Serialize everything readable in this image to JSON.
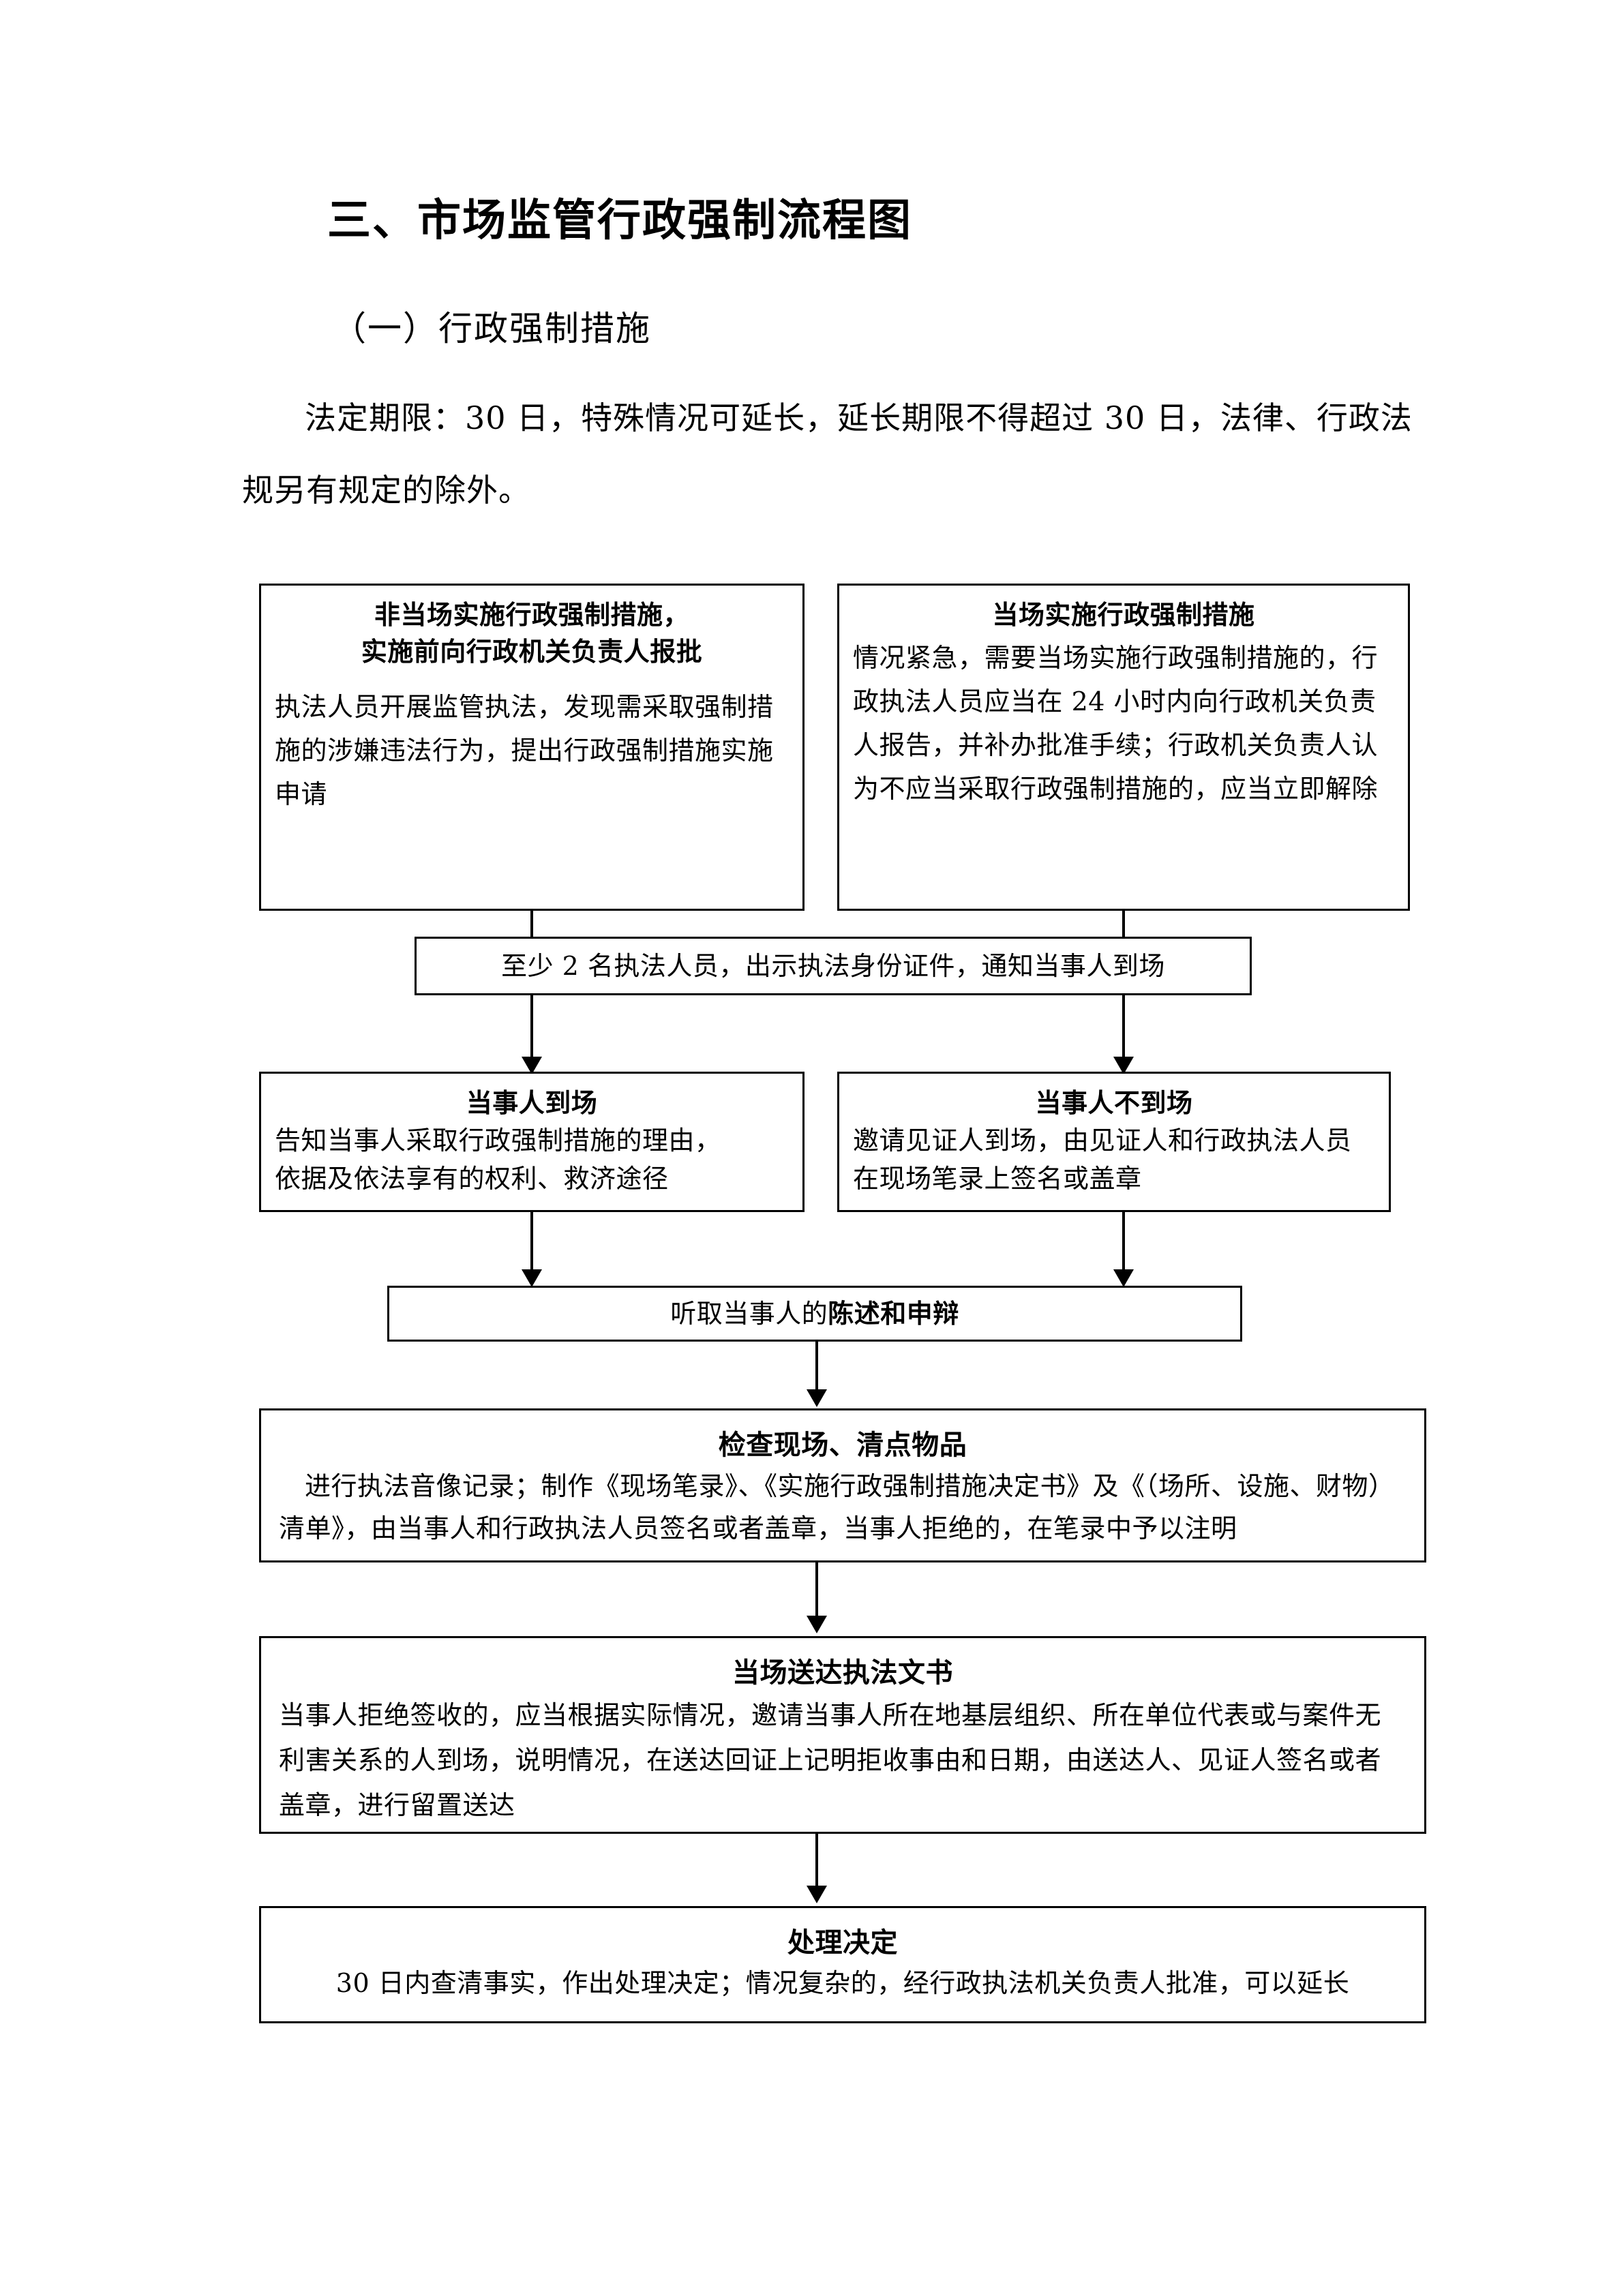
{
  "document": {
    "title": "三、市场监管行政强制流程图",
    "subtitle": "（一）行政强制措施",
    "intro_line1": "法定期限：30 日，特殊情况可延长，延长期限不得超过",
    "intro_line2": "30 日，法律、行政法规另有规定的除外。"
  },
  "flowchart": {
    "type": "flowchart",
    "nodes": [
      {
        "id": "non-onsite",
        "title_line1": "非当场实施行政强制措施，",
        "title_line2": "实施前向行政机关负责人报批",
        "body": "执法人员开展监管执法，发现需采取强制措施的涉嫌违法行为，提出行政强制措施实施申请"
      },
      {
        "id": "onsite",
        "title": "当场实施行政强制措施",
        "body": "情况紧急，需要当场实施行政强制措施的，行政执法人员应当在 24 小时内向行政机关负责人报告，并补办批准手续；行政机关负责人认为不应当采取行政强制措施的，应当立即解除"
      },
      {
        "id": "two-officers",
        "body": "至少 2 名执法人员，出示执法身份证件，通知当事人到场"
      },
      {
        "id": "party-present",
        "title": "当事人到场",
        "body_line1": "告知当事人采取行政强制措施的理由，",
        "body_line2": "依据及依法享有的权利、救济途径"
      },
      {
        "id": "party-absent",
        "title": "当事人不到场",
        "body_line1": "邀请见证人到场，由见证人和行政执法人员",
        "body_line2": "在现场笔录上签名或盖章"
      },
      {
        "id": "hear-statement",
        "body_normal": "听取当事人的",
        "body_bold": "陈述和申辩"
      },
      {
        "id": "inspect-site",
        "title": "检查现场、清点物品",
        "body": "进行执法音像记录；制作《现场笔录》、《实施行政强制措施决定书》及《（场所、设施、财物）清单》，由当事人和行政执法人员签名或者盖章，当事人拒绝的，在笔录中予以注明"
      },
      {
        "id": "serve-documents",
        "title": "当场送达执法文书",
        "body": "当事人拒绝签收的，应当根据实际情况，邀请当事人所在地基层组织、所在单位代表或与案件无利害关系的人到场，说明情况，在送达回证上记明拒收事由和日期，由送达人、见证人签名或者盖章，进行留置送达"
      },
      {
        "id": "decision",
        "title": "处理决定",
        "body": "30 日内查清事实，作出处理决定；情况复杂的，经行政执法机关负责人批准，可以延长"
      }
    ],
    "edges": [
      {
        "from": "non-onsite",
        "to": "two-officers"
      },
      {
        "from": "onsite",
        "to": "two-officers"
      },
      {
        "from": "two-officers",
        "to": "party-present"
      },
      {
        "from": "two-officers",
        "to": "party-absent"
      },
      {
        "from": "party-present",
        "to": "hear-statement"
      },
      {
        "from": "party-absent",
        "to": "hear-statement"
      },
      {
        "from": "hear-statement",
        "to": "inspect-site"
      },
      {
        "from": "inspect-site",
        "to": "serve-documents"
      },
      {
        "from": "serve-documents",
        "to": "decision"
      }
    ],
    "colors": {
      "line": "#000000",
      "fill": "#ffffff",
      "text": "#000000"
    }
  }
}
